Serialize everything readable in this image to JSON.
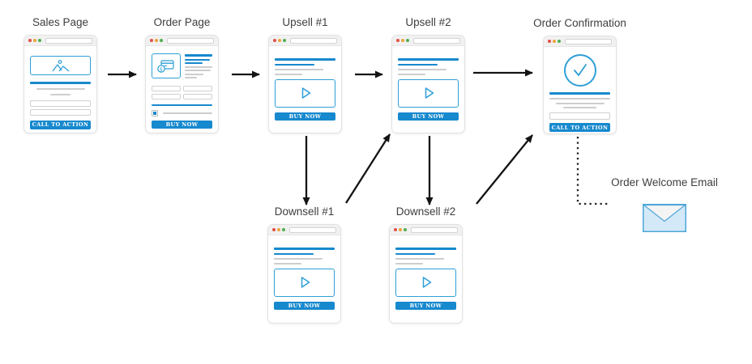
{
  "diagram": {
    "kind": "sales-funnel-flow",
    "background": "#ffffff"
  },
  "nodes": {
    "sales_page": {
      "label": "Sales Page",
      "type": "sales-landing-page"
    },
    "order_page": {
      "label": "Order Page",
      "type": "checkout-page"
    },
    "upsell_1": {
      "label": "Upsell #1",
      "type": "video-offer-page"
    },
    "upsell_2": {
      "label": "Upsell #2",
      "type": "video-offer-page"
    },
    "order_confirmation": {
      "label": "Order Confirmation",
      "type": "confirmation-page"
    },
    "downsell_1": {
      "label": "Downsell #1",
      "type": "video-offer-page"
    },
    "downsell_2": {
      "label": "Downsell #2",
      "type": "video-offer-page"
    },
    "welcome_email": {
      "label": "Order Welcome Email",
      "type": "email"
    }
  },
  "buttons": {
    "buy_now": "BUY NOW",
    "call_to_action": "CALL TO ACTION"
  },
  "edges": [
    {
      "from": "sales_page",
      "to": "order_page",
      "style": "solid-arrow"
    },
    {
      "from": "order_page",
      "to": "upsell_1",
      "style": "solid-arrow"
    },
    {
      "from": "upsell_1",
      "to": "upsell_2",
      "style": "solid-arrow"
    },
    {
      "from": "upsell_2",
      "to": "order_confirmation",
      "style": "solid-arrow"
    },
    {
      "from": "upsell_1",
      "to": "downsell_1",
      "style": "solid-arrow"
    },
    {
      "from": "upsell_2",
      "to": "downsell_2",
      "style": "solid-arrow"
    },
    {
      "from": "downsell_1",
      "to": "upsell_2",
      "style": "solid-arrow"
    },
    {
      "from": "downsell_2",
      "to": "order_confirmation",
      "style": "solid-arrow"
    },
    {
      "from": "order_confirmation",
      "to": "welcome_email",
      "style": "dotted"
    }
  ],
  "icons": {
    "window_controls": [
      "red-dot",
      "orange-dot",
      "green-dot"
    ],
    "sales_page": "image-placeholder-icon",
    "order_page": "credit-card-icon",
    "upsell_downsell": "play-button-icon",
    "order_confirmation": "checkmark-circle-icon",
    "welcome_email": "envelope-icon"
  },
  "colors": {
    "accent_blue": "#1789ce",
    "frame_blue": "#2e9fd6",
    "line_gray": "#cdcdcd",
    "arrow_black": "#141414",
    "dot_red": "#e25045",
    "dot_orange": "#eda33c",
    "dot_green": "#52ae52",
    "envelope_fill": "#d3e9f8",
    "envelope_border": "#4da6d9",
    "titlebar_gray": "#f1f1f1"
  }
}
